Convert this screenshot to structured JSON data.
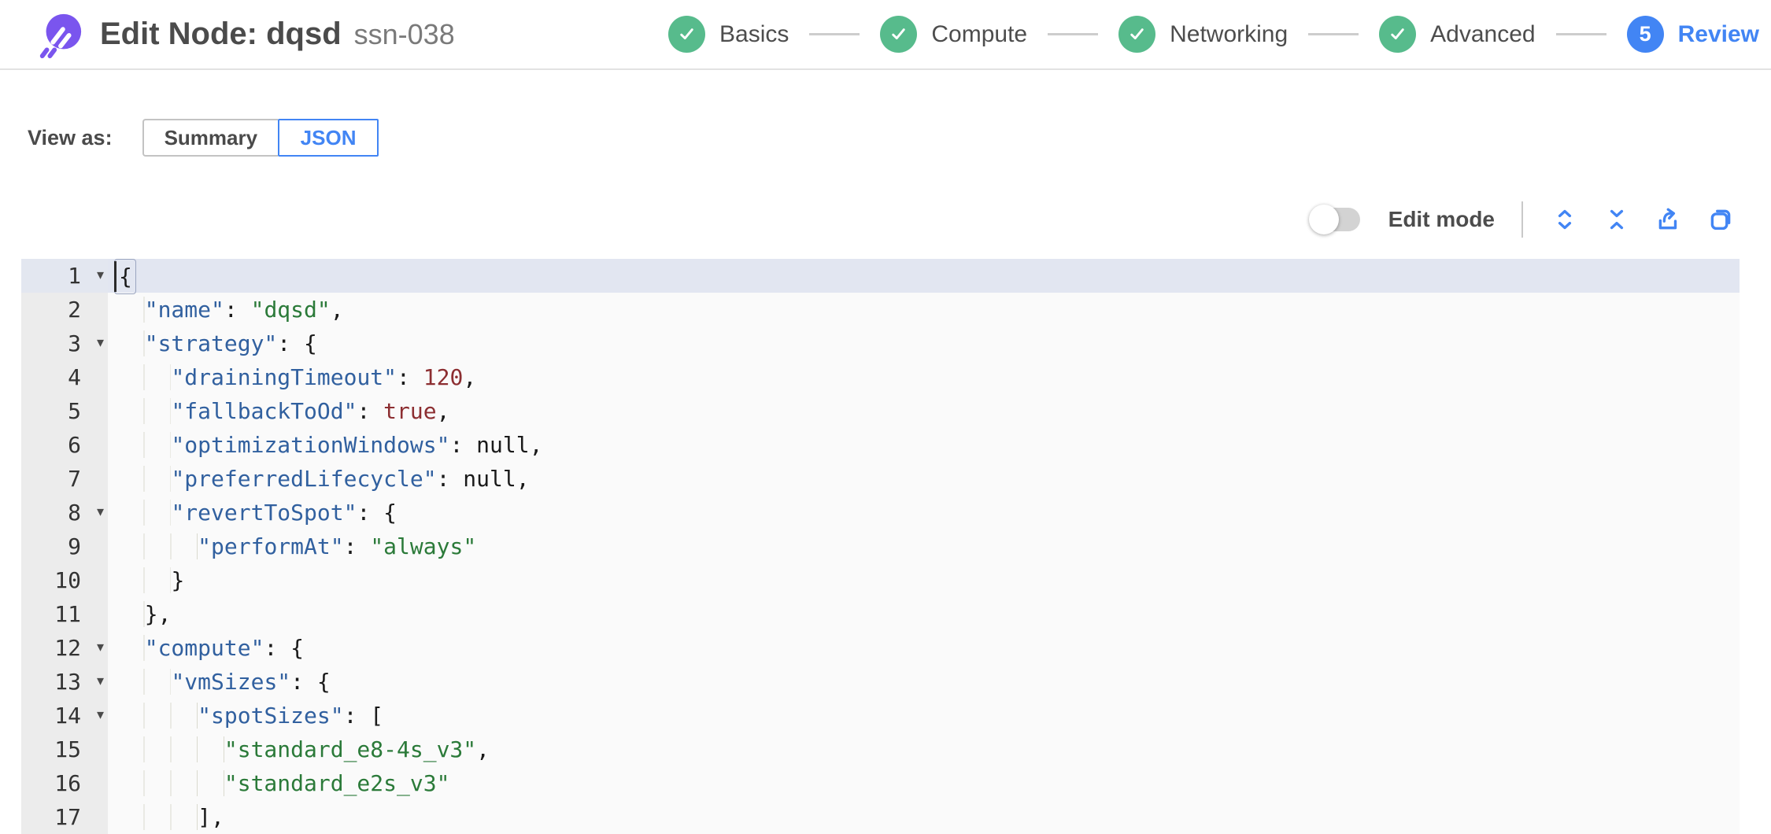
{
  "colors": {
    "accent-blue": "#4285f4",
    "step-green": "#57bb8c",
    "logo-purple": "#7a55ee",
    "code-key": "#31609f",
    "code-string": "#2b7a39",
    "code-number": "#8c2e31",
    "active-line": "#e2e6f1"
  },
  "header": {
    "title": "Edit Node: dqsd",
    "subtitle": "ssn-038",
    "steps": [
      {
        "label": "Basics",
        "state": "done"
      },
      {
        "label": "Compute",
        "state": "done"
      },
      {
        "label": "Networking",
        "state": "done"
      },
      {
        "label": "Advanced",
        "state": "done"
      },
      {
        "label": "Review",
        "state": "active",
        "number": "5"
      }
    ]
  },
  "view_as": {
    "label": "View as:",
    "options": [
      {
        "label": "Summary",
        "selected": false
      },
      {
        "label": "JSON",
        "selected": true
      }
    ]
  },
  "toolbar": {
    "edit_mode_label": "Edit mode",
    "edit_mode_on": false,
    "icons": [
      "expand-all",
      "collapse-all",
      "export",
      "copy"
    ]
  },
  "editor": {
    "lines": [
      {
        "num": 1,
        "fold": true,
        "active": true,
        "tokens": [
          {
            "t": "b",
            "v": "{"
          }
        ]
      },
      {
        "num": 2,
        "tokens": [
          {
            "t": "w",
            "v": "  "
          },
          {
            "t": "k",
            "v": "\"name\""
          },
          {
            "t": "p",
            "v": ": "
          },
          {
            "t": "s",
            "v": "\"dqsd\""
          },
          {
            "t": "p",
            "v": ","
          }
        ]
      },
      {
        "num": 3,
        "fold": true,
        "tokens": [
          {
            "t": "w",
            "v": "  "
          },
          {
            "t": "k",
            "v": "\"strategy\""
          },
          {
            "t": "p",
            "v": ": {"
          }
        ]
      },
      {
        "num": 4,
        "tokens": [
          {
            "t": "w",
            "v": "    "
          },
          {
            "t": "k",
            "v": "\"drainingTimeout\""
          },
          {
            "t": "p",
            "v": ": "
          },
          {
            "t": "n",
            "v": "120"
          },
          {
            "t": "p",
            "v": ","
          }
        ]
      },
      {
        "num": 5,
        "tokens": [
          {
            "t": "w",
            "v": "    "
          },
          {
            "t": "k",
            "v": "\"fallbackToOd\""
          },
          {
            "t": "p",
            "v": ": "
          },
          {
            "t": "n",
            "v": "true"
          },
          {
            "t": "p",
            "v": ","
          }
        ]
      },
      {
        "num": 6,
        "tokens": [
          {
            "t": "w",
            "v": "    "
          },
          {
            "t": "k",
            "v": "\"optimizationWindows\""
          },
          {
            "t": "p",
            "v": ": null,"
          }
        ]
      },
      {
        "num": 7,
        "tokens": [
          {
            "t": "w",
            "v": "    "
          },
          {
            "t": "k",
            "v": "\"preferredLifecycle\""
          },
          {
            "t": "p",
            "v": ": null,"
          }
        ]
      },
      {
        "num": 8,
        "fold": true,
        "tokens": [
          {
            "t": "w",
            "v": "    "
          },
          {
            "t": "k",
            "v": "\"revertToSpot\""
          },
          {
            "t": "p",
            "v": ": {"
          }
        ]
      },
      {
        "num": 9,
        "tokens": [
          {
            "t": "w",
            "v": "      "
          },
          {
            "t": "k",
            "v": "\"performAt\""
          },
          {
            "t": "p",
            "v": ": "
          },
          {
            "t": "s",
            "v": "\"always\""
          }
        ]
      },
      {
        "num": 10,
        "tokens": [
          {
            "t": "w",
            "v": "    "
          },
          {
            "t": "p",
            "v": "}"
          }
        ]
      },
      {
        "num": 11,
        "tokens": [
          {
            "t": "w",
            "v": "  "
          },
          {
            "t": "p",
            "v": "},"
          }
        ]
      },
      {
        "num": 12,
        "fold": true,
        "tokens": [
          {
            "t": "w",
            "v": "  "
          },
          {
            "t": "k",
            "v": "\"compute\""
          },
          {
            "t": "p",
            "v": ": {"
          }
        ]
      },
      {
        "num": 13,
        "fold": true,
        "tokens": [
          {
            "t": "w",
            "v": "    "
          },
          {
            "t": "k",
            "v": "\"vmSizes\""
          },
          {
            "t": "p",
            "v": ": {"
          }
        ]
      },
      {
        "num": 14,
        "fold": true,
        "tokens": [
          {
            "t": "w",
            "v": "      "
          },
          {
            "t": "k",
            "v": "\"spotSizes\""
          },
          {
            "t": "p",
            "v": ": ["
          }
        ]
      },
      {
        "num": 15,
        "tokens": [
          {
            "t": "w",
            "v": "        "
          },
          {
            "t": "s",
            "v": "\"standard_e8-4s_v3\""
          },
          {
            "t": "p",
            "v": ","
          }
        ]
      },
      {
        "num": 16,
        "tokens": [
          {
            "t": "w",
            "v": "        "
          },
          {
            "t": "s",
            "v": "\"standard_e2s_v3\""
          }
        ]
      },
      {
        "num": 17,
        "tokens": [
          {
            "t": "w",
            "v": "      "
          },
          {
            "t": "p",
            "v": "],"
          }
        ]
      }
    ]
  }
}
